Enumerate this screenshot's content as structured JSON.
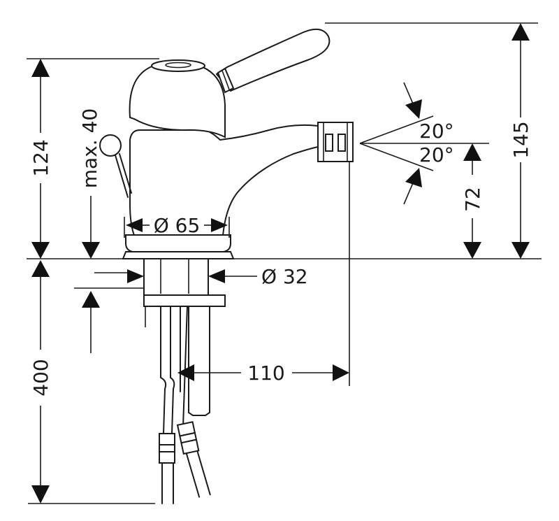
{
  "dimensions": {
    "height_top": "145",
    "height_body": "124",
    "max_lever": "max. 40",
    "spray_up": "20°",
    "spray_down": "20°",
    "outlet_height": "72",
    "base_diameter": "Ø 65",
    "shank_diameter": "Ø 32",
    "spout_reach": "110",
    "hose_length": "400"
  }
}
